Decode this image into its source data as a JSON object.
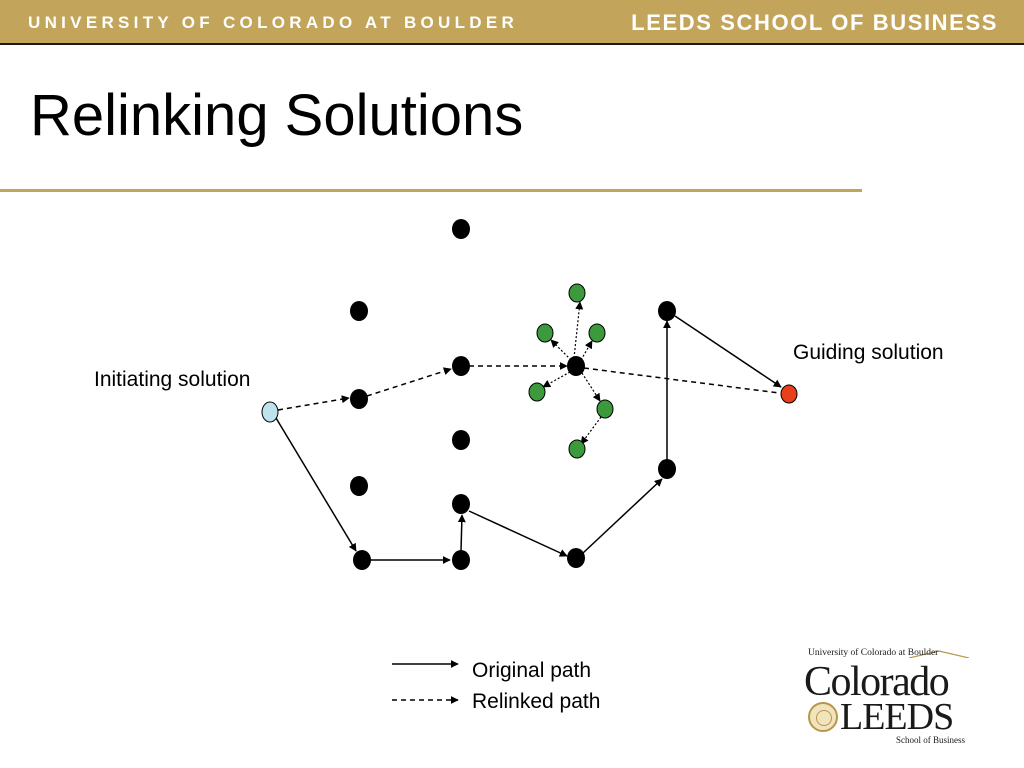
{
  "header": {
    "university": "UNIVERSITY OF COLORADO AT BOULDER",
    "school": "LEEDS SCHOOL OF BUSINESS"
  },
  "title": "Relinking Solutions",
  "labels": {
    "initiating": "Initiating solution",
    "guiding": "Guiding solution"
  },
  "legend": {
    "original": "Original path",
    "relinked": "Relinked path"
  },
  "logo": {
    "top": "University of Colorado at Boulder",
    "line1": "Colorado",
    "line2": "LEEDS",
    "bottom": "School of Business"
  },
  "colors": {
    "gold": "#c2a55a",
    "node": "#000000",
    "neighbor": "#3c9a3c",
    "start": "#bfe3ec",
    "guide": "#e8401c"
  }
}
